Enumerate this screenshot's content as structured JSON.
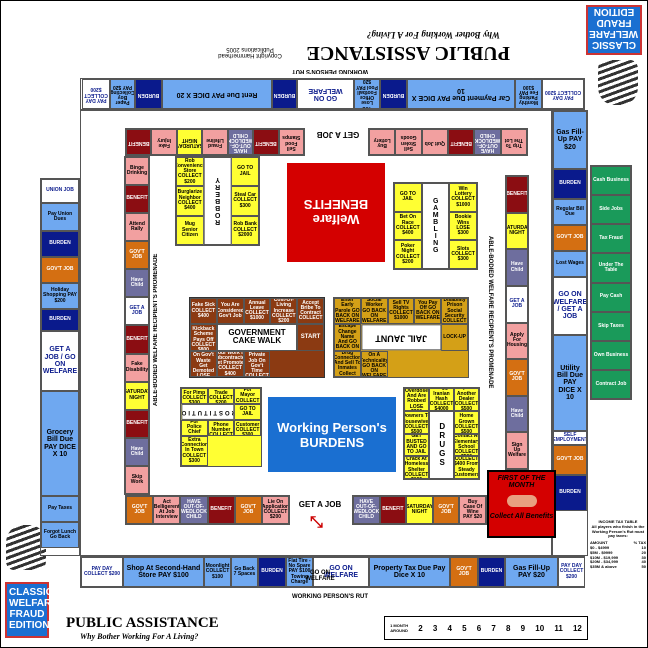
{
  "header": {
    "title": "PUBLIC ASSISTANCE",
    "registered": "®",
    "subtitle": "Why Bother Working For A Living?",
    "copyright": "Copyright Hammerhead Publications 2005",
    "edition": "CLASSIC WELFARE FRAUD EDITION"
  },
  "labels": {
    "rut": "WORKING PERSON'S RUT",
    "promenade": "ABLE-BODIED WELFARE RECIPIENT'S PROMENADE",
    "get_a_job": "GET A JOB",
    "go_on_welfare": "GO ON WELFARE"
  },
  "center": {
    "benefits": "Welfare BENEFITS",
    "burdens": "Working Person's BURDENS",
    "cake_walk": "GOVERNMENT CAKE WALK",
    "jail_jaunt": "JAIL JAUNT",
    "prostitution": "PROSTITUTION",
    "drugs": "DRUGS",
    "robbery": "ROBBERY",
    "gambling": "GAMBLING",
    "start": "START",
    "lock_up": "LOCK-UP"
  },
  "first_of_month": {
    "title": "FIRST OF THE MONTH",
    "text": "Collect All Benefits"
  },
  "tax_table": {
    "title": "INCOME TAX TABLE",
    "note": "All players who finish in the Working Person's Rut must pay taxes:",
    "head": [
      "AMOUNT",
      "% TAX"
    ],
    "rows": [
      [
        "$0 - $4999",
        "10"
      ],
      [
        "$5M - $9999",
        "20"
      ],
      [
        "$10M - $19,999",
        "30"
      ],
      [
        "$20M - $34,999",
        "40"
      ],
      [
        "$35M & above",
        "50"
      ]
    ]
  },
  "months": [
    "1 MONTH AROUND",
    "2",
    "3",
    "4",
    "5",
    "6",
    "7",
    "8",
    "9",
    "10",
    "11",
    "12"
  ],
  "colors": {
    "blue": "#6fa8f0",
    "navy": "#0a1a8c",
    "orange": "#d46f12",
    "pink": "#f2a0a0",
    "purple": "#6e6e9e",
    "maroon": "#8b0d12",
    "yellow": "#ffff33",
    "brown": "#8b3a12",
    "gold": "#d4a017",
    "red": "#d40000",
    "center_blue": "#1a6fd1",
    "green": "#1a9a5a"
  },
  "rows": {
    "outer_bottom": [
      [
        "PAY DAY COLLECT $200",
        "#fff",
        42
      ],
      [
        "Shop At Second-Hand Store PAY $100",
        "#6fa8f0",
        81
      ],
      [
        "Moonlight COLLECT $100",
        "#6fa8f0",
        27
      ],
      [
        "Go Back 7 Spaces",
        "#6fa8f0",
        27
      ],
      [
        "BURDEN",
        "#0a1a8c",
        28
      ],
      [
        "Flat Tire - No Spare PAY $100 Towing Charge",
        "#6fa8f0",
        27
      ],
      [
        "GO ON WELFARE",
        "#fff",
        56
      ],
      [
        "Property Tax Due Pay Dice X 10",
        "#6fa8f0",
        81
      ],
      [
        "GOV'T JOB",
        "#d46f12",
        28
      ],
      [
        "BURDEN",
        "#0a1a8c",
        27
      ],
      [
        "Gas Fill-Up PAY $20",
        "#6fa8f0",
        53
      ],
      [
        "PAY DAY COLLECT $200",
        "#fff",
        27
      ]
    ],
    "outer_top": [
      [
        "PAY DAY COLLECT $200",
        "#fff",
        42
      ],
      [
        "Monthly Parking Fee PAY $100",
        "#6fa8f0",
        27
      ],
      [
        "Car Payment Due PAY DICE X 10",
        "#6fa8f0",
        108
      ],
      [
        "BURDEN",
        "#0a1a8c",
        27
      ],
      [
        "You Lose Office Football Pool PAY $20",
        "#6fa8f0",
        26
      ],
      [
        "GO ON WELFARE",
        "#fff",
        57
      ],
      [
        "BURDEN",
        "#0a1a8c",
        25
      ],
      [
        "Rent Due PAY DICE X 20",
        "#6fa8f0",
        110
      ],
      [
        "BURDEN",
        "#0a1a8c",
        27
      ],
      [
        "Paper Boy Collecting PAY $20",
        "#6fa8f0",
        25
      ],
      [
        "PAY DAY COLLECT $200",
        "#fff",
        28
      ]
    ],
    "outer_left": [
      [
        "UNION JOB",
        "#fff",
        24
      ],
      [
        "Pay Union Dues",
        "#6fa8f0",
        28
      ],
      [
        "BURDEN",
        "#0a1a8c",
        26
      ],
      [
        "GOV'T JOB",
        "#d46f12",
        26
      ],
      [
        "Holiday Shopping PAY $200",
        "#6fa8f0",
        26
      ],
      [
        "BURDEN",
        "#0a1a8c",
        22
      ],
      [
        "GET A JOB / GO ON WELFARE",
        "#fff",
        60
      ],
      [
        "Grocery Bill Due PAY DICE X 10",
        "#6fa8f0",
        105
      ],
      [
        "Pay Taxes",
        "#6fa8f0",
        26
      ],
      [
        "Forgot Lunch Go Back",
        "#6fa8f0",
        26
      ]
    ],
    "outer_right": [
      [
        "Gas Fill-Up PAY $20",
        "#6fa8f0",
        58
      ],
      [
        "BURDEN",
        "#0a1a8c",
        30
      ],
      [
        "Regular Bill Due",
        "#6fa8f0",
        26
      ],
      [
        "GOV'T JOB",
        "#d46f12",
        26
      ],
      [
        "Lost Wages",
        "#6fa8f0",
        26
      ],
      [
        "GO ON WELFARE / GET A JOB",
        "#fff",
        58
      ],
      [
        "Utility Bill Due PAY DICE X 10",
        "#6fa8f0",
        96
      ],
      [
        "SELF EMPLOYMENT",
        "#fff",
        14
      ],
      [
        "GOV'T JOB",
        "#d46f12",
        30
      ],
      [
        "BURDEN",
        "#0a1a8c",
        36
      ]
    ],
    "inner_bottom": [
      [
        "GOV'T JOB",
        "#d46f12"
      ],
      [
        "Act Belligerent At Job Interview",
        "#f2a0a0"
      ],
      [
        "HAVE OUT-OF-WEDLOCK CHILD",
        "#6e6e9e"
      ],
      [
        "BENEFIT",
        "#8b0d12"
      ],
      [
        "GOV'T JOB",
        "#d46f12"
      ],
      [
        "Lie On Application COLLECT $200",
        "#f2a0a0"
      ]
    ],
    "inner_bottom_r": [
      [
        "HAVE OUT-OF-WEDLOCK CHILD",
        "#6e6e9e"
      ],
      [
        "BENEFIT",
        "#8b0d12"
      ],
      [
        "SATURDAY NIGHT",
        "#ffff33"
      ],
      [
        "GOV'T JOB",
        "#d46f12"
      ],
      [
        "Buy Case Of Wine PAY $20",
        "#f2a0a0"
      ]
    ],
    "inner_top": [
      [
        "Sell Food Stamps",
        "#f2a0a0"
      ],
      [
        "BENEFIT",
        "#8b0d12"
      ],
      [
        "HAVE OUT-OF-WEDLOCK CHILD",
        "#6e6e9e"
      ],
      [
        "Fraud Lifeline",
        "#f2a0a0"
      ],
      [
        "SATURDAY NIGHT",
        "#ffff33"
      ],
      [
        "Fake Injury",
        "#f2a0a0"
      ],
      [
        "BENEFIT",
        "#8b0d12"
      ]
    ],
    "inner_top_r": [
      [
        "Trip To The Lot",
        "#f2a0a0"
      ],
      [
        "HAVE OUT-OF-WEDLOCK CHILD",
        "#6e6e9e"
      ],
      [
        "BENEFIT",
        "#8b0d12"
      ],
      [
        "Quit Job",
        "#f2a0a0"
      ],
      [
        "Sell Stolen Goods",
        "#f2a0a0"
      ],
      [
        "Buy Lottery",
        "#f2a0a0"
      ]
    ],
    "inner_left": [
      [
        "Binge Drinking",
        "#f2a0a0"
      ],
      [
        "BENEFIT",
        "#8b0d12"
      ],
      [
        "Attend Rally",
        "#f2a0a0"
      ],
      [
        "GOV'T JOB",
        "#d46f12"
      ],
      [
        "Have Child",
        "#6e6e9e"
      ],
      [
        "GET A JOB",
        "#fff"
      ],
      [
        "BENEFIT",
        "#8b0d12"
      ],
      [
        "Fake Disability",
        "#f2a0a0"
      ],
      [
        "SATURDAY NIGHT",
        "#ffff33"
      ],
      [
        "BENEFIT",
        "#8b0d12"
      ],
      [
        "Have Child",
        "#6e6e9e"
      ],
      [
        "Skip Work",
        "#f2a0a0"
      ]
    ],
    "inner_right": [
      [
        "BENEFIT",
        "#8b0d12"
      ],
      [
        "SATURDAY NIGHT",
        "#ffff33"
      ],
      [
        "Have Child",
        "#6e6e9e"
      ],
      [
        "GET A JOB",
        "#fff"
      ],
      [
        "Apply For Housing",
        "#f2a0a0"
      ],
      [
        "GOV'T JOB",
        "#d46f12"
      ],
      [
        "Have Child",
        "#6e6e9e"
      ],
      [
        "Sign Up Welfare",
        "#f2a0a0"
      ]
    ],
    "self_employment": [
      [
        "Cash Business",
        "#1a9a5a"
      ],
      [
        "Side Jobs",
        "#1a9a5a"
      ],
      [
        "Tax Fraud",
        "#1a9a5a"
      ],
      [
        "Under The Table",
        "#1a9a5a"
      ],
      [
        "Pay Cash",
        "#1a9a5a"
      ],
      [
        "Skip Taxes",
        "#1a9a5a"
      ],
      [
        "Own Business",
        "#1a9a5a"
      ],
      [
        "Contract Job",
        "#1a9a5a"
      ]
    ],
    "cake": [
      [
        "Fake Sick COLLECT $400",
        "#8b3a12"
      ],
      [
        "You Are Considered Gov't Job",
        "#8b3a12"
      ],
      [
        "Annual Leave COLLECT $1000",
        "#8b3a12"
      ],
      [
        "Cost-Of-Living Increase COLLECT $200",
        "#8b3a12"
      ],
      [
        "Accept Bribe To Contract COLLECT",
        "#8b3a12"
      ],
      [
        "Your Kickback Scheme Pays Off COLLECT $800",
        "#8b3a12"
      ],
      [
        "Blow Whistle On Gov't Waste Get Demoted LOSE $100",
        "#8b3a12"
      ],
      [
        "Your Work Is Subcontracted Get Promoted COLLECT $400",
        "#8b3a12"
      ],
      [
        "Work On Private Job On Gov't Time COLLECT",
        "#8b3a12"
      ]
    ],
    "jail": [
      [
        "Enter Early Parole GO BACK ON WELFARE",
        "#d4a017"
      ],
      [
        "Social Worker GO BACK ON WELFARE",
        "#d4a017"
      ],
      [
        "Sell TV Rights COLLECT $1000",
        "#d4a017"
      ],
      [
        "You Pay Off GO BACK ON WELFARE",
        "#d4a017"
      ],
      [
        "Psychiatric Disability Prison Social Security COLLECT $500",
        "#d4a017"
      ],
      [
        "You Escape Change Name And GO BACK ON WELFARE",
        "#d4a017"
      ],
      [
        "You Make Drug Connection And Sell To Inmates Collect $400",
        "#d4a017"
      ],
      [
        "You Get Off On A Technicality GO BACK ON WELFARE",
        "#d4a017"
      ]
    ],
    "prost": [
      [
        "Special For Pimp COLLECT $300",
        "#ffff33"
      ],
      [
        "Local Trade COLLECT $200",
        "#ffff33"
      ],
      [
        "Special For Mayor COLLECT $300",
        "#ffff33"
      ],
      [
        "GO TO JAIL",
        "#ffff33"
      ],
      [
        "Special For Police Chief COLLECT",
        "#ffff33"
      ],
      [
        "Give Out Phone Number COLLECT",
        "#ffff33"
      ],
      [
        "Steady Customer COLLECT $300",
        "#ffff33"
      ],
      [
        "Extra Connection In Town COLLECT $300",
        "#ffff33"
      ]
    ],
    "drugs": [
      [
        "You Overdose And Are Robbed LOSE $300",
        "#ffff33"
      ],
      [
        "Smuggle Iranian Hash COLLECT $4000",
        "#ffff33"
      ],
      [
        "Rip Off Another Dealer COLLECT $500",
        "#ffff33"
      ],
      [
        "Sell Downers To Housewives COLLECT $500",
        "#ffff33"
      ],
      [
        "Sell Your Home Grown COLLECT $500",
        "#ffff33"
      ],
      [
        "GET BUSTED AND GO TO JAIL",
        "#ffff33"
      ],
      [
        "Make New Contact At Elementary School COLLECT $500",
        "#ffff33"
      ],
      [
        "Push Crack At Homeless Shelter COLLECT $100",
        "#ffff33"
      ],
      [
        "COLLECT $400 From Steady Customers",
        "#ffff33"
      ]
    ],
    "robbery": [
      [
        "Rob Convenience Store COLLECT $200",
        "#ffff33"
      ],
      [
        "GO TO JAIL",
        "#ffff33"
      ],
      [
        "Burglarize Neighbor COLLECT $400",
        "#ffff33"
      ],
      [
        "Steal Car COLLECT $300",
        "#ffff33"
      ],
      [
        "Mug Senior Citizen",
        "#ffff33"
      ],
      [
        "Rob Bank COLLECT $2000",
        "#ffff33"
      ]
    ],
    "gambling": [
      [
        "GO TO JAIL",
        "#ffff33"
      ],
      [
        "Win Lottery COLLECT $1000",
        "#ffff33"
      ],
      [
        "Bet On Race COLLECT $400",
        "#ffff33"
      ],
      [
        "Bookie Wins LOSE $300",
        "#ffff33"
      ],
      [
        "Poker Night COLLECT $200",
        "#ffff33"
      ],
      [
        "Slots COLLECT $300",
        "#ffff33"
      ]
    ]
  }
}
